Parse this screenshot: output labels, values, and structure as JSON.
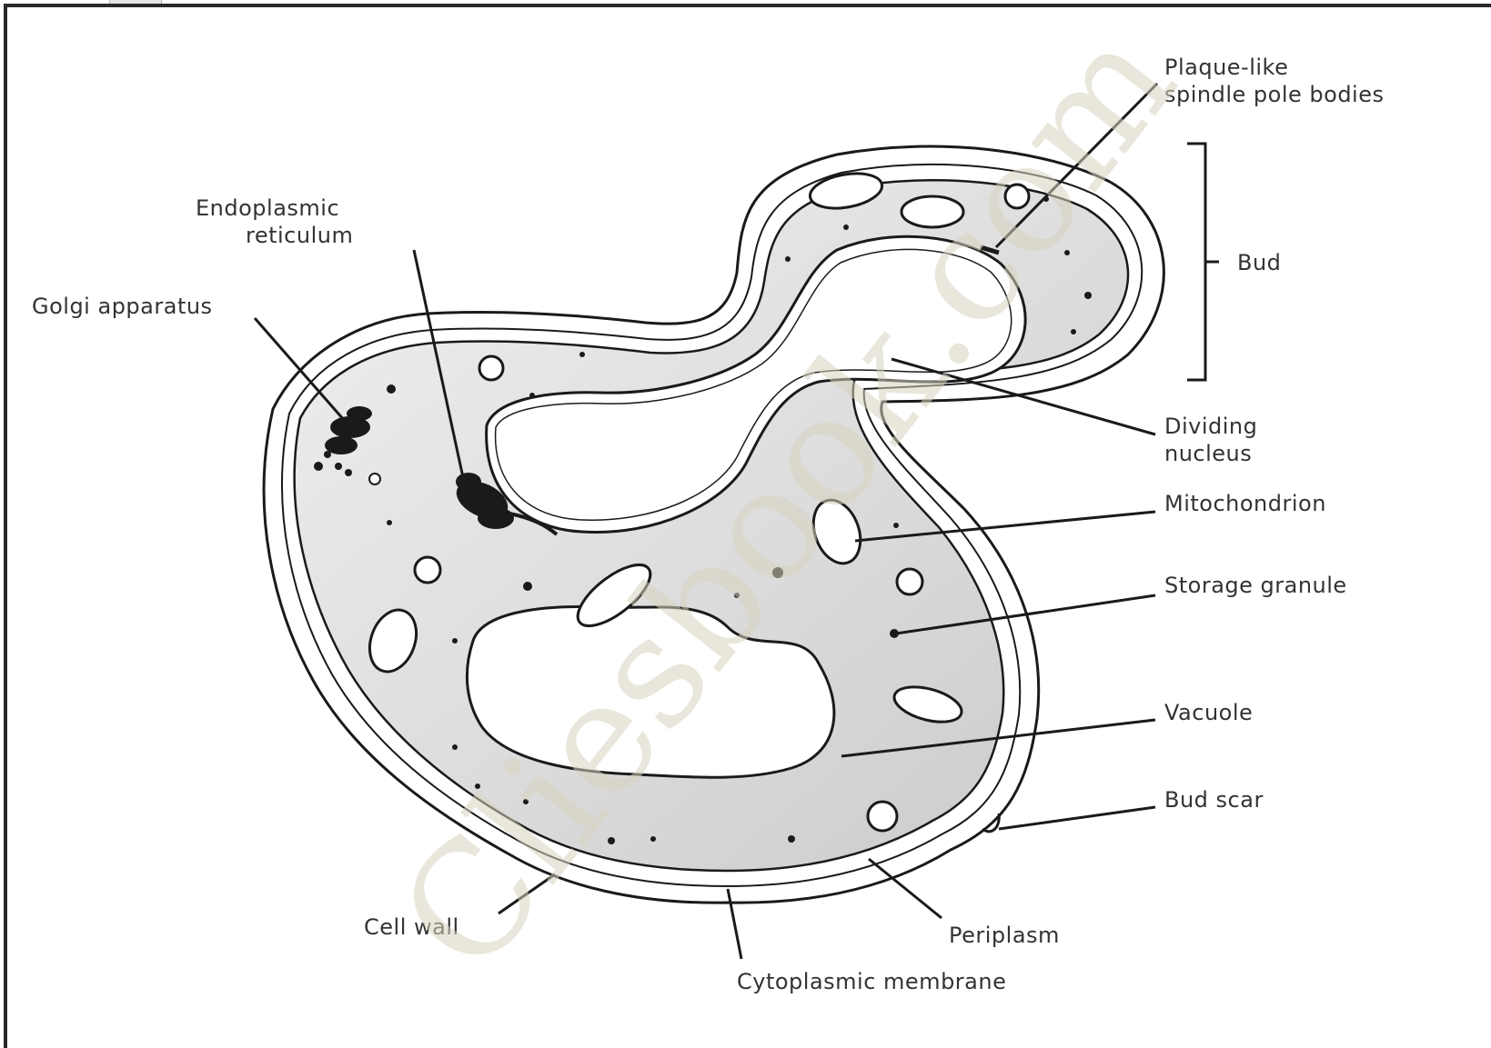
{
  "labels": {
    "plaque_line1": "Plaque-like",
    "plaque_line2": "spindle pole bodies",
    "er_line1": "Endoplasmic",
    "er_line2": "reticulum",
    "golgi": "Golgi apparatus",
    "bud": "Bud",
    "nucleus_line1": "Dividing",
    "nucleus_line2": "nucleus",
    "mitochondrion": "Mitochondrion",
    "storage": "Storage granule",
    "vacuole": "Vacuole",
    "bud_scar": "Bud scar",
    "cell_wall": "Cell wall",
    "periplasm": "Periplasm",
    "cytoplasmic_membrane": "Cytoplasmic membrane"
  },
  "watermark": "Cliesbook.com",
  "colors": {
    "cytoplasm": "#d4d4d4",
    "outline": "#1a1a1a",
    "label_text": "#333333",
    "watermark": "#d8d3bf"
  }
}
